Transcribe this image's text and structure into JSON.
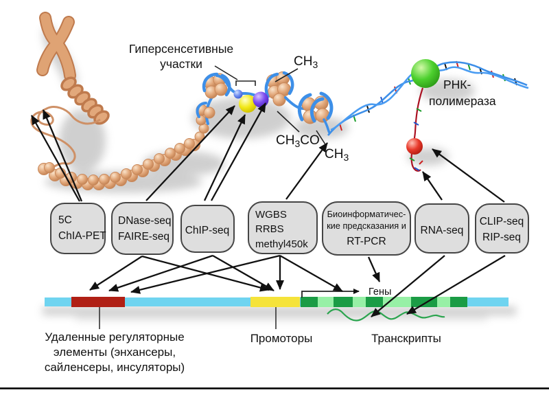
{
  "labels": {
    "hypersensitive_line1": "Гиперсенсетивные",
    "hypersensitive_line2": "участки",
    "rna_pol_line1": "РНК-",
    "rna_pol_line2": "полимераза",
    "genes": "Гены",
    "distal_line1": "Удаленные регуляторные",
    "distal_line2": "элементы (энхансеры,",
    "distal_line3": "сайленсеры, инсуляторы)",
    "promoters": "Промоторы",
    "transcripts": "Транскрипты",
    "ch": "CH",
    "sub3": "3",
    "co": "CO"
  },
  "method_boxes": [
    {
      "id": "5c",
      "lines": [
        "5C",
        "ChIA-PET"
      ]
    },
    {
      "id": "dnase",
      "lines": [
        "DNase-seq",
        "FAIRE-seq"
      ]
    },
    {
      "id": "chip",
      "lines": [
        "ChIP-seq"
      ]
    },
    {
      "id": "methyl",
      "lines": [
        "WGBS",
        "RRBS",
        "methyl450k"
      ]
    },
    {
      "id": "bioinf",
      "lines": [
        "Биоинформатичес-",
        "кие предсказания и",
        "RT-PCR"
      ]
    },
    {
      "id": "rnaseq",
      "lines": [
        "RNA-seq"
      ]
    },
    {
      "id": "clip",
      "lines": [
        "CLIP-seq",
        "RIP-seq"
      ]
    }
  ],
  "colors": {
    "box_fill": "#dedede",
    "box_border": "#454545",
    "track_cyan": "#6fd4f0",
    "track_red": "#b02015",
    "track_yellow": "#f5e33a",
    "track_green_dark": "#1b9c45",
    "track_green_light": "#97f0a6",
    "dna_blue": "#3d8fe8",
    "chromatin_tan": "#e2a87b",
    "chromatin_edge": "#bf7a4d",
    "polymerase_green": "#4cd02e",
    "rna_protein_red": "#e8392b",
    "tf_yellow": "#f2e818",
    "tf_purple": "#7a4bef",
    "tf_blue_small": "#6f8cf0",
    "rna_strand": "#aa1122",
    "transcript_green": "#2aa44e",
    "arrow_black": "#111111"
  }
}
